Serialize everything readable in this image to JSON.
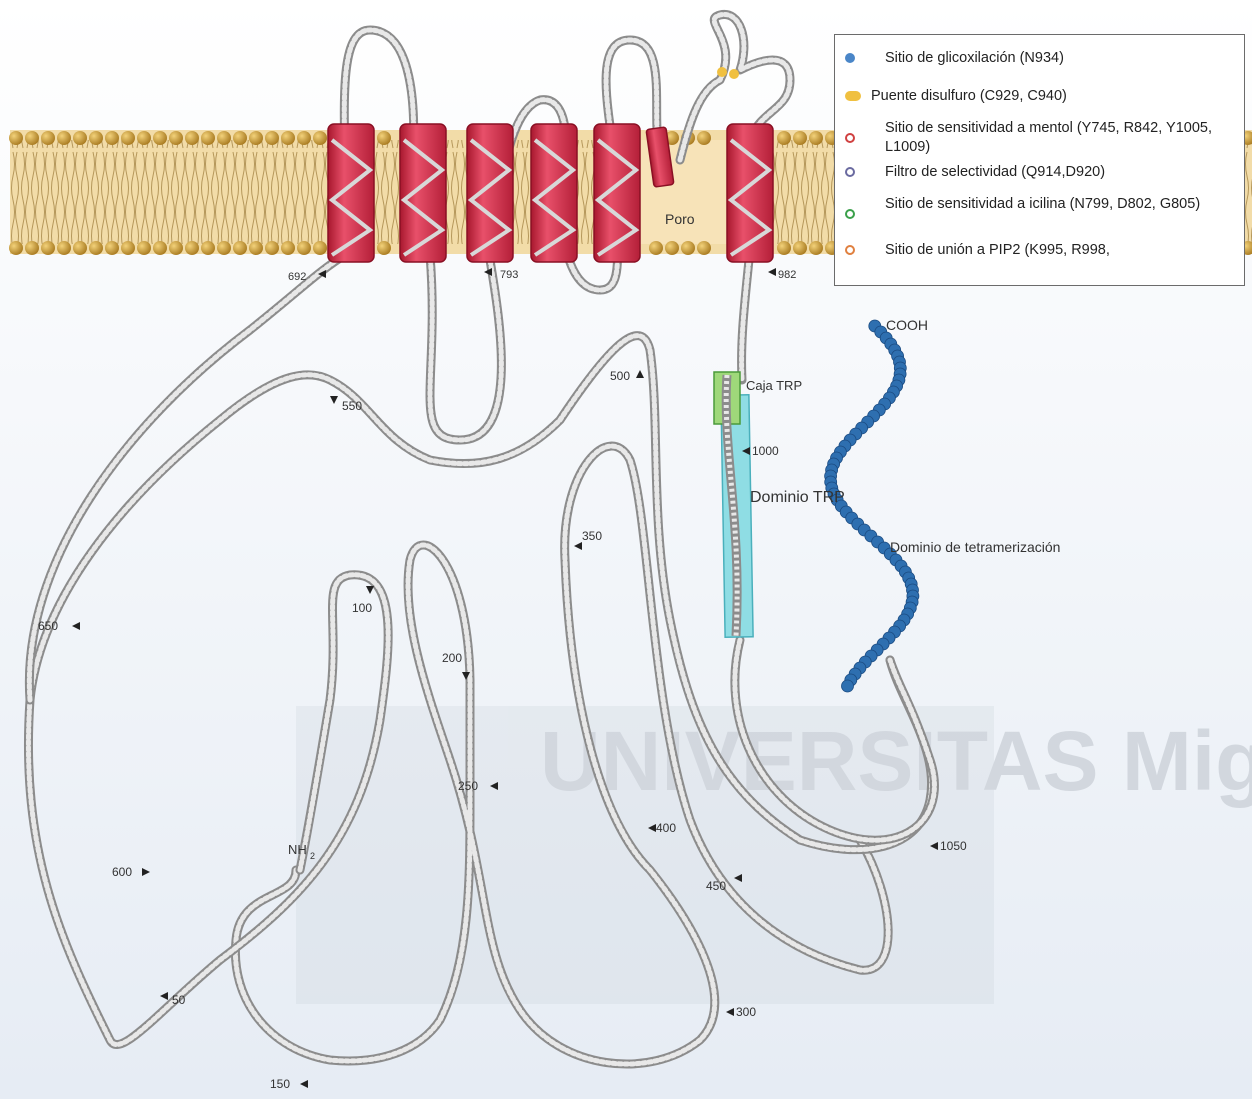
{
  "title": "",
  "membrane": {
    "pore_label": "Poro"
  },
  "residue_markers": [
    "692",
    "793",
    "982",
    "500",
    "550",
    "1000",
    "350",
    "100",
    "200",
    "650",
    "250",
    "400",
    "1050",
    "600",
    "450",
    "NH2",
    "50",
    "300",
    "150"
  ],
  "domains": {
    "trp_box": "Caja TRP",
    "trp_domain": "Dominio TRP",
    "tetramerization": "Dominio de tetramerización",
    "cterm": "COOH",
    "nterm": "NH"
  },
  "legend": [
    {
      "label": "Sitio de glicoxilación (N934)",
      "color": "#4a86c8",
      "style": "filled"
    },
    {
      "label": "Puente disulfuro (C929, C940)",
      "color": "#f0c040",
      "style": "pair"
    },
    {
      "label": "Sitio de sensitividad a mentol (Y745, R842, Y1005, L1009)",
      "color": "#d04040",
      "style": "ring"
    },
    {
      "label": "Filtro de selectividad (Q914,D920)",
      "color": "#6a6aa0",
      "style": "ring"
    },
    {
      "label": "Sitio de sensitividad a icilina (N799, D802, G805)",
      "color": "#3aa04a",
      "style": "ring"
    },
    {
      "label": "Sitio de unión a PIP2 (K995, R998,",
      "color": "#e08040",
      "style": "ring"
    }
  ],
  "watermark": {
    "text": "UNIVERSITAS Miguel Hernández"
  },
  "colors": {
    "helix": "#d93a55",
    "helix_dark": "#a01a30",
    "lipid_head": "#c8a040",
    "membrane_core": "#f5e0b0",
    "chain": "#a8a8a8",
    "tetramer": "#2e6fb0",
    "trp_domain": "#7fd8e0",
    "trp_box": "#6ab04a"
  }
}
